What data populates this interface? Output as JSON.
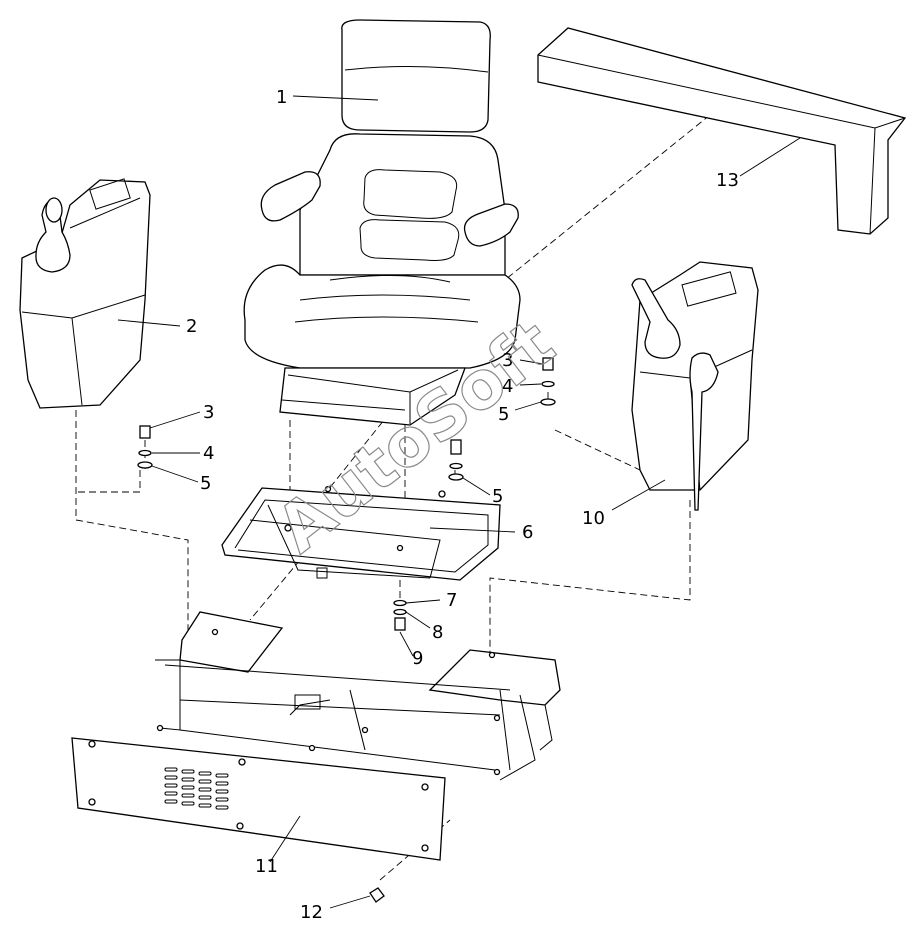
{
  "watermark": "AutoSoft",
  "callouts": [
    {
      "id": "c1",
      "label": "1"
    },
    {
      "id": "c2",
      "label": "2"
    },
    {
      "id": "c3a",
      "label": "3"
    },
    {
      "id": "c4a",
      "label": "4"
    },
    {
      "id": "c5a",
      "label": "5"
    },
    {
      "id": "c3b",
      "label": "3"
    },
    {
      "id": "c4b",
      "label": "4"
    },
    {
      "id": "c5b",
      "label": "5"
    },
    {
      "id": "c5c",
      "label": "5"
    },
    {
      "id": "c6",
      "label": "6"
    },
    {
      "id": "c7",
      "label": "7"
    },
    {
      "id": "c8",
      "label": "8"
    },
    {
      "id": "c9",
      "label": "9"
    },
    {
      "id": "c10",
      "label": "10"
    },
    {
      "id": "c11",
      "label": "11"
    },
    {
      "id": "c12",
      "label": "12"
    },
    {
      "id": "c13",
      "label": "13"
    }
  ]
}
